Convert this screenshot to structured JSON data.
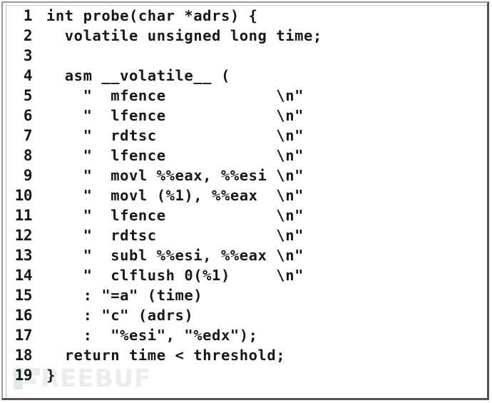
{
  "figure": {
    "kind": "source-code-listing",
    "language": "c",
    "background_color": "#ffffff",
    "text_color": "#16181c",
    "border_color_light": "#9a9a9a",
    "border_color_dark": "#555555",
    "total_lines": 19
  },
  "watermark": {
    "text": "REEBUF",
    "full_brand": "FREEBUF",
    "text_color": "#ececec",
    "mark_color": "#dfece3"
  },
  "code": {
    "lines": [
      {
        "number": "1",
        "text": "int probe(char *adrs) {"
      },
      {
        "number": "2",
        "text": "  volatile unsigned long time;"
      },
      {
        "number": "3",
        "text": ""
      },
      {
        "number": "4",
        "text": "  asm __volatile__ ("
      },
      {
        "number": "5",
        "text": "    \"  mfence            \\n\""
      },
      {
        "number": "6",
        "text": "    \"  lfence            \\n\""
      },
      {
        "number": "7",
        "text": "    \"  rdtsc             \\n\""
      },
      {
        "number": "8",
        "text": "    \"  lfence            \\n\""
      },
      {
        "number": "9",
        "text": "    \"  movl %%eax, %%esi \\n\""
      },
      {
        "number": "10",
        "text": "    \"  movl (%1), %%eax  \\n\""
      },
      {
        "number": "11",
        "text": "    \"  lfence            \\n\""
      },
      {
        "number": "12",
        "text": "    \"  rdtsc             \\n\""
      },
      {
        "number": "13",
        "text": "    \"  subl %%esi, %%eax \\n\""
      },
      {
        "number": "14",
        "text": "    \"  clflush 0(%1)     \\n\""
      },
      {
        "number": "15",
        "text": "    : \"=a\" (time)"
      },
      {
        "number": "16",
        "text": "    : \"c\" (adrs)"
      },
      {
        "number": "17",
        "text": "    :  \"%esi\", \"%edx\");"
      },
      {
        "number": "18",
        "text": "  return time < threshold;"
      },
      {
        "number": "19",
        "text": "}"
      }
    ]
  }
}
